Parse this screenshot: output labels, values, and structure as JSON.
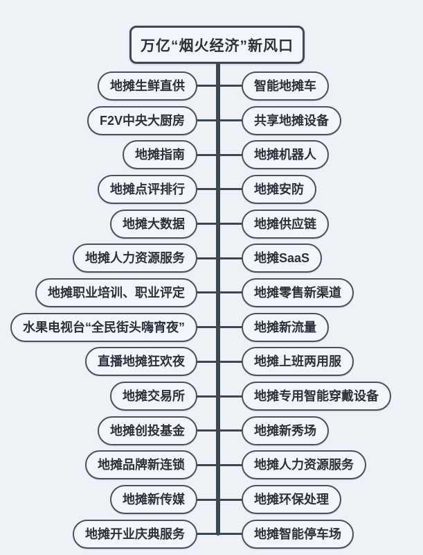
{
  "title": "万亿“烟火经济”新风口",
  "rows": [
    {
      "left": "地摊生鲜直供",
      "right": "智能地摊车"
    },
    {
      "left": "F2V中央大厨房",
      "right": "共享地摊设备"
    },
    {
      "left": "地摊指南",
      "right": "地摊机器人"
    },
    {
      "left": "地摊点评排行",
      "right": "地摊安防"
    },
    {
      "left": "地摊大数据",
      "right": "地摊供应链"
    },
    {
      "left": "地摊人力资源服务",
      "right": "地摊SaaS"
    },
    {
      "left": "地摊职业培训、职业评定",
      "right": "地摊零售新渠道"
    },
    {
      "left": "水果电视台“全民街头嗨宵夜”",
      "right": "地摊新流量"
    },
    {
      "left": "直播地摊狂欢夜",
      "right": "地摊上班两用服"
    },
    {
      "left": "地摊交易所",
      "right": "地摊专用智能穿戴设备"
    },
    {
      "left": "地摊创投基金",
      "right": "地摊新秀场"
    },
    {
      "left": "地摊品牌新连锁",
      "right": "地摊人力资源服务"
    },
    {
      "left": "地摊新传媒",
      "right": "地摊环保处理"
    },
    {
      "left": "地摊开业庆典服务",
      "right": "地摊智能停车场"
    }
  ],
  "colors": {
    "line": "#3e4853",
    "node_border": "#49525c",
    "node_fill": "#f2f6fa",
    "text": "#2a313c",
    "background": "#eef1f5"
  }
}
